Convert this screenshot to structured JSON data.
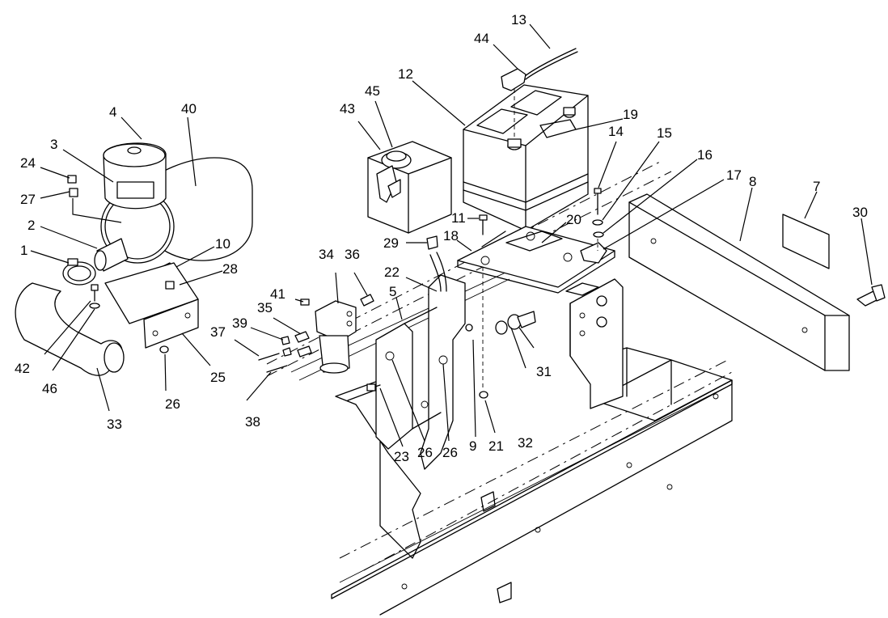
{
  "labels": {
    "l1": "1",
    "l2": "2",
    "l3": "3",
    "l4": "4",
    "l5": "5",
    "l7": "7",
    "l8": "8",
    "l9": "9",
    "l10": "10",
    "l11": "11",
    "l12": "12",
    "l13": "13",
    "l14": "14",
    "l15": "15",
    "l16": "16",
    "l17": "17",
    "l18": "18",
    "l19": "19",
    "l20": "20",
    "l21": "21",
    "l22": "22",
    "l23": "23",
    "l24": "24",
    "l25": "25",
    "l26a": "26",
    "l26b": "26",
    "l26c": "26",
    "l27": "27",
    "l28": "28",
    "l29": "29",
    "l30": "30",
    "l31": "31",
    "l32": "32",
    "l33": "33",
    "l34": "34",
    "l35": "35",
    "l36": "36",
    "l37": "37",
    "l38": "38",
    "l39": "39",
    "l40": "40",
    "l41": "41",
    "l42": "42",
    "l43": "43",
    "l44": "44",
    "l45": "45",
    "l46": "46"
  }
}
